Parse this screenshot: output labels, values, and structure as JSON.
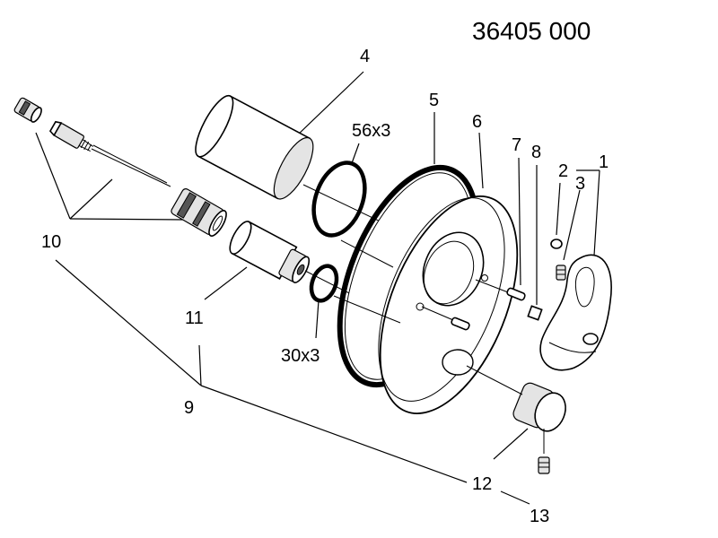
{
  "diagram": {
    "part_number": "36405 000",
    "callouts": {
      "c1": "1",
      "c2": "2",
      "c3": "3",
      "c4": "4",
      "c5": "5",
      "c6": "6",
      "c7": "7",
      "c8": "8",
      "c9": "9",
      "c10": "10",
      "c11": "11",
      "c12": "12",
      "c13": "13",
      "oring_large": "56x3",
      "oring_small": "30x3"
    }
  }
}
